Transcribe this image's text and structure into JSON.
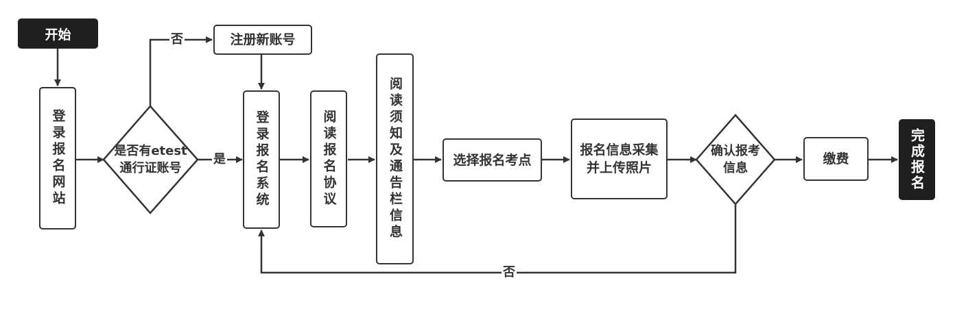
{
  "nodes": {
    "start": "开始",
    "login_site": "登录报名网站",
    "check_account": "是否有etest\n通行证账号",
    "register": "注册新账号",
    "login_system": "登录报名系统",
    "read_agreement": "阅读报名协议",
    "read_notice": "阅读须知及通告栏信息",
    "choose_center": "选择报名考点",
    "info_photo": "报名信息采集\n并上传照片",
    "confirm_info": "确认报考\n信息",
    "pay": "缴费",
    "done": "完成报名"
  },
  "edges": {
    "yes_label": "是",
    "no_label_top": "否",
    "no_label_bottom": "否"
  },
  "colors": {
    "line": "#333333",
    "dark_fill": "#1f1f1f"
  }
}
